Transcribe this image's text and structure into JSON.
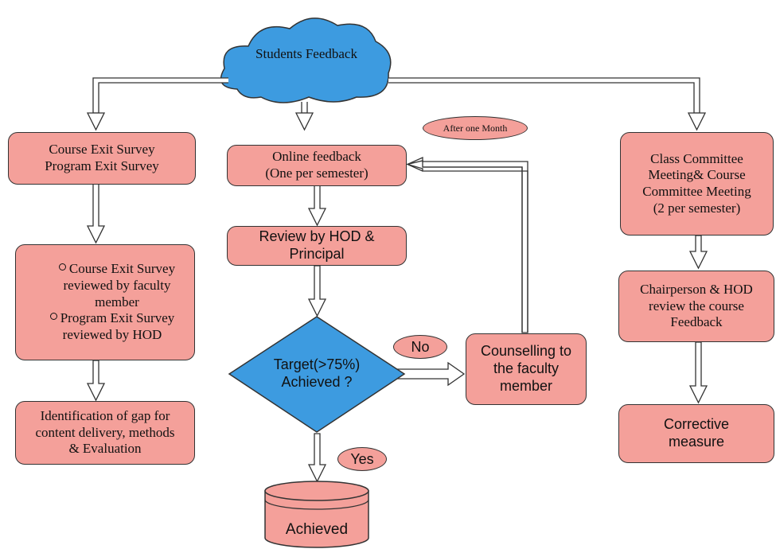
{
  "colors": {
    "box_fill": "#f4a09a",
    "box_border": "#333333",
    "cloud_fill": "#3d9be0",
    "diamond_fill": "#3d9be0",
    "arrow_fill": "#ffffff",
    "arrow_stroke": "#333333"
  },
  "cloud": {
    "label": "Students Feedback"
  },
  "left": {
    "survey_box": {
      "lines": [
        "Course Exit Survey",
        "Program Exit Survey"
      ]
    },
    "review_box": {
      "items": [
        {
          "icon": "circle-bullet-icon",
          "lines": [
            "Course Exit Survey",
            "reviewed by faculty",
            "member"
          ]
        },
        {
          "icon": "circle-bullet-icon",
          "lines": [
            "Program Exit Survey",
            "reviewed by HOD"
          ]
        }
      ]
    },
    "gap_box": {
      "lines": [
        "Identification of gap for",
        "content delivery, methods",
        "& Evaluation"
      ]
    }
  },
  "center": {
    "online_box": {
      "lines": [
        "Online feedback",
        "(One per semester)"
      ]
    },
    "after_label": "After one Month",
    "review_box": {
      "lines": [
        "Review by HOD &",
        "Principal"
      ]
    },
    "decision": {
      "lines": [
        "Target(>75%)",
        "Achieved ?"
      ]
    },
    "no_label": "No",
    "yes_label": "Yes",
    "counselling_box": {
      "lines": [
        "Counselling to",
        "the faculty",
        "member"
      ]
    },
    "achieved": {
      "label": "Achieved"
    }
  },
  "right": {
    "committee_box": {
      "lines": [
        "Class Committee",
        "Meeting& Course",
        "Committee Meeting",
        "(2 per semester)"
      ]
    },
    "chair_box": {
      "lines": [
        "Chairperson & HOD",
        "review the course",
        "Feedback"
      ]
    },
    "corrective_box": {
      "lines": [
        "Corrective",
        "measure"
      ]
    }
  }
}
